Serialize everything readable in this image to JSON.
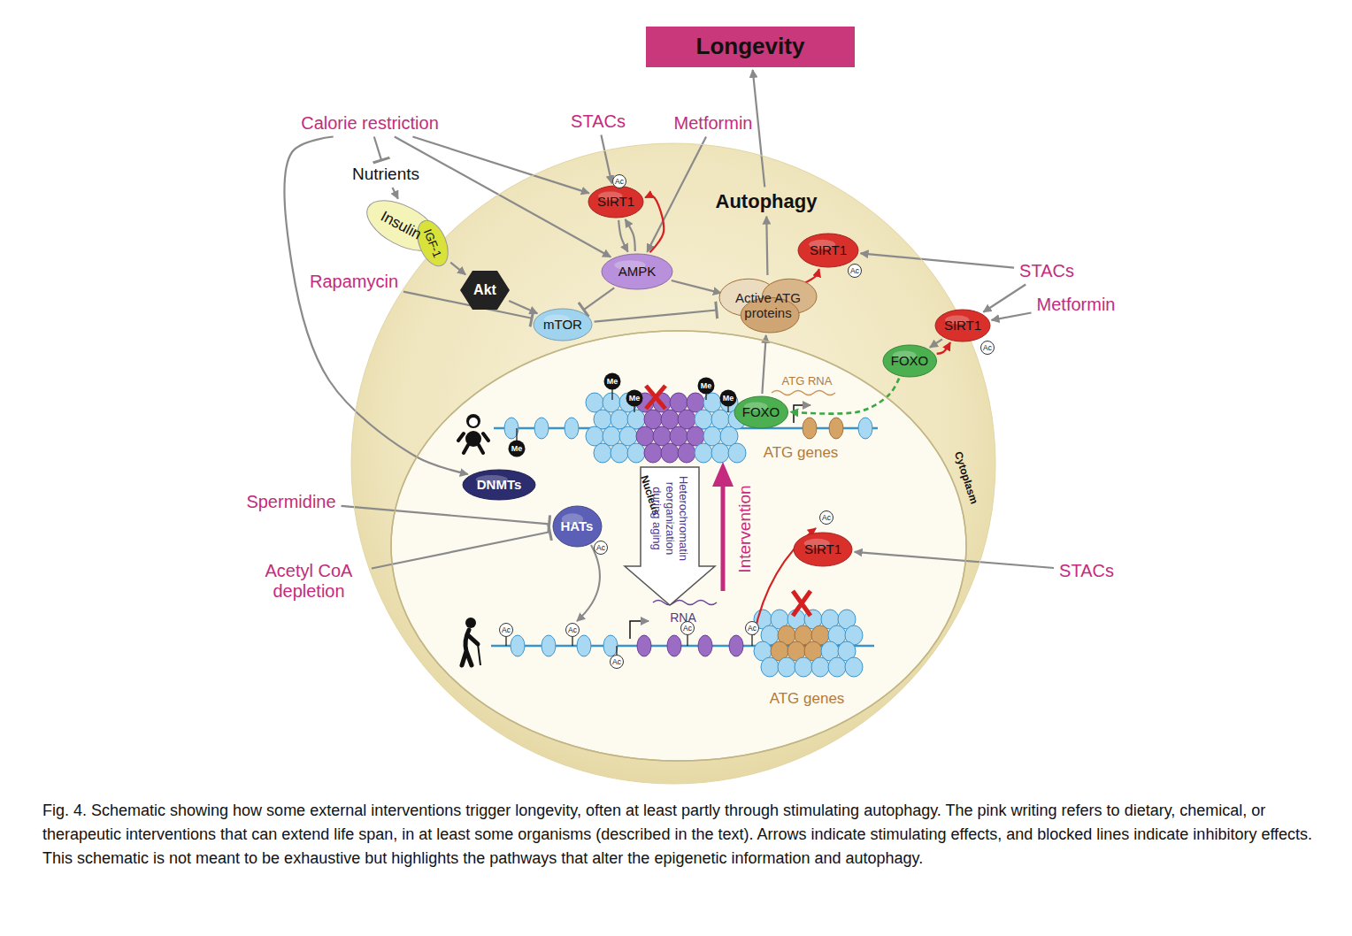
{
  "diagram": {
    "caption": "Fig. 4. Schematic showing how some external interventions trigger longevity, often at least partly through stimulating autophagy. The pink writing refers to dietary, chemical, or therapeutic interventions that can extend life span, in at least some organisms (described in the text). Arrows indicate stimulating effects, and blocked lines indicate inhibitory effects. This schematic is not meant to be exhaustive but highlights the pathways that alter the epigenetic information and autophagy.",
    "nodes": [
      {
        "text": [
          "Longevity"
        ]
      },
      {
        "text": [
          "Calorie restriction"
        ]
      },
      {
        "text": [
          "STACs"
        ]
      },
      {
        "text": [
          "Metformin"
        ]
      },
      {
        "text": [
          "Nutrients"
        ]
      },
      {
        "text": [
          "Cytoplasm"
        ]
      },
      {
        "text": [
          "SIRT1"
        ],
        "in": 5
      },
      {
        "text": [
          "Insulin",
          "IGF-1"
        ]
      },
      {
        "text": [
          "Rapamycin"
        ]
      },
      {
        "text": [
          "Akt"
        ],
        "in": 5
      },
      {
        "text": [
          "AMPK"
        ],
        "in": 5
      },
      {
        "text": [
          "Autophagy"
        ],
        "in": 5
      },
      {
        "text": [
          "SIRT1"
        ],
        "in": 5
      },
      {
        "text": [
          "STACs"
        ]
      },
      {
        "text": [
          "mTOR"
        ],
        "in": 5
      },
      {
        "text": [
          "Active ATG proteins"
        ],
        "in": 5
      },
      {
        "text": [
          "SIRT1"
        ],
        "in": 5
      },
      {
        "text": [
          "Metformin"
        ]
      },
      {
        "text": [
          "FOXO"
        ],
        "in": 5
      },
      {
        "text": [
          "Nucleus"
        ],
        "in": 5
      },
      {
        "text": [
          "FOXO"
        ],
        "in": 19
      },
      {
        "text": [
          "DNMTs"
        ],
        "in": 19
      },
      {
        "text": [
          "Spermidine"
        ]
      },
      {
        "text": [
          "HATs"
        ],
        "in": 19
      },
      {
        "text": [
          "Acetyl CoA depletion"
        ]
      },
      {
        "text": [
          "SIRT1"
        ],
        "in": 19
      },
      {
        "text": [
          "STACs"
        ]
      }
    ],
    "edges": [
      {
        "from": 11,
        "to": 0,
        "arrow": "to"
      },
      {
        "from": 1,
        "to": 6,
        "arrow": "to"
      },
      {
        "from": 1,
        "to": 10,
        "arrow": "to"
      },
      {
        "from": 1,
        "to": 4,
        "arrow": "to"
      },
      {
        "from": 1,
        "to": 21,
        "arrow": "to"
      },
      {
        "from": 4,
        "to": 7,
        "arrow": "to"
      },
      {
        "from": 7,
        "to": 9,
        "arrow": "to"
      },
      {
        "from": 9,
        "to": 14,
        "arrow": "to"
      },
      {
        "from": 8,
        "to": 14,
        "arrow": "to"
      },
      {
        "from": 2,
        "to": 6,
        "arrow": "to"
      },
      {
        "from": 3,
        "to": 10,
        "arrow": "to"
      },
      {
        "from": 6,
        "to": 10,
        "arrow": "to"
      },
      {
        "from": 10,
        "to": 6,
        "arrow": "to"
      },
      {
        "from": 10,
        "to": 6,
        "arrow": "to"
      },
      {
        "from": 10,
        "to": 14,
        "arrow": "to"
      },
      {
        "from": 10,
        "to": 15,
        "arrow": "to"
      },
      {
        "from": 14,
        "to": 15,
        "arrow": "to"
      },
      {
        "from": 15,
        "to": 11,
        "arrow": "to"
      },
      {
        "from": 15,
        "to": 12,
        "arrow": "to"
      },
      {
        "from": 13,
        "to": 12,
        "arrow": "to"
      },
      {
        "from": 13,
        "to": 16,
        "arrow": "to"
      },
      {
        "from": 17,
        "to": 16,
        "arrow": "to"
      },
      {
        "from": 16,
        "to": 18,
        "arrow": "to"
      },
      {
        "from": 18,
        "to": 16,
        "arrow": "to"
      },
      {
        "from": 18,
        "to": 20,
        "arrow": "to"
      },
      {
        "from": 20,
        "to": 15,
        "arrow": "to"
      },
      {
        "from": 22,
        "to": 23,
        "arrow": "to"
      },
      {
        "from": 24,
        "to": 23,
        "arrow": "to"
      },
      {
        "from": 26,
        "to": 25,
        "arrow": "to"
      }
    ],
    "labels": [
      "Ac",
      "Ac",
      "Ac",
      "Me",
      "Me",
      "Me",
      "Me",
      "ATG RNA",
      "Me",
      "ATG genes",
      "Heterochromatin reorganization during aging",
      "Intervention",
      "Ac",
      "Ac",
      "RNA",
      "Ac",
      "Ac",
      "Ac",
      "Ac",
      "Ac",
      "ATG genes"
    ]
  }
}
